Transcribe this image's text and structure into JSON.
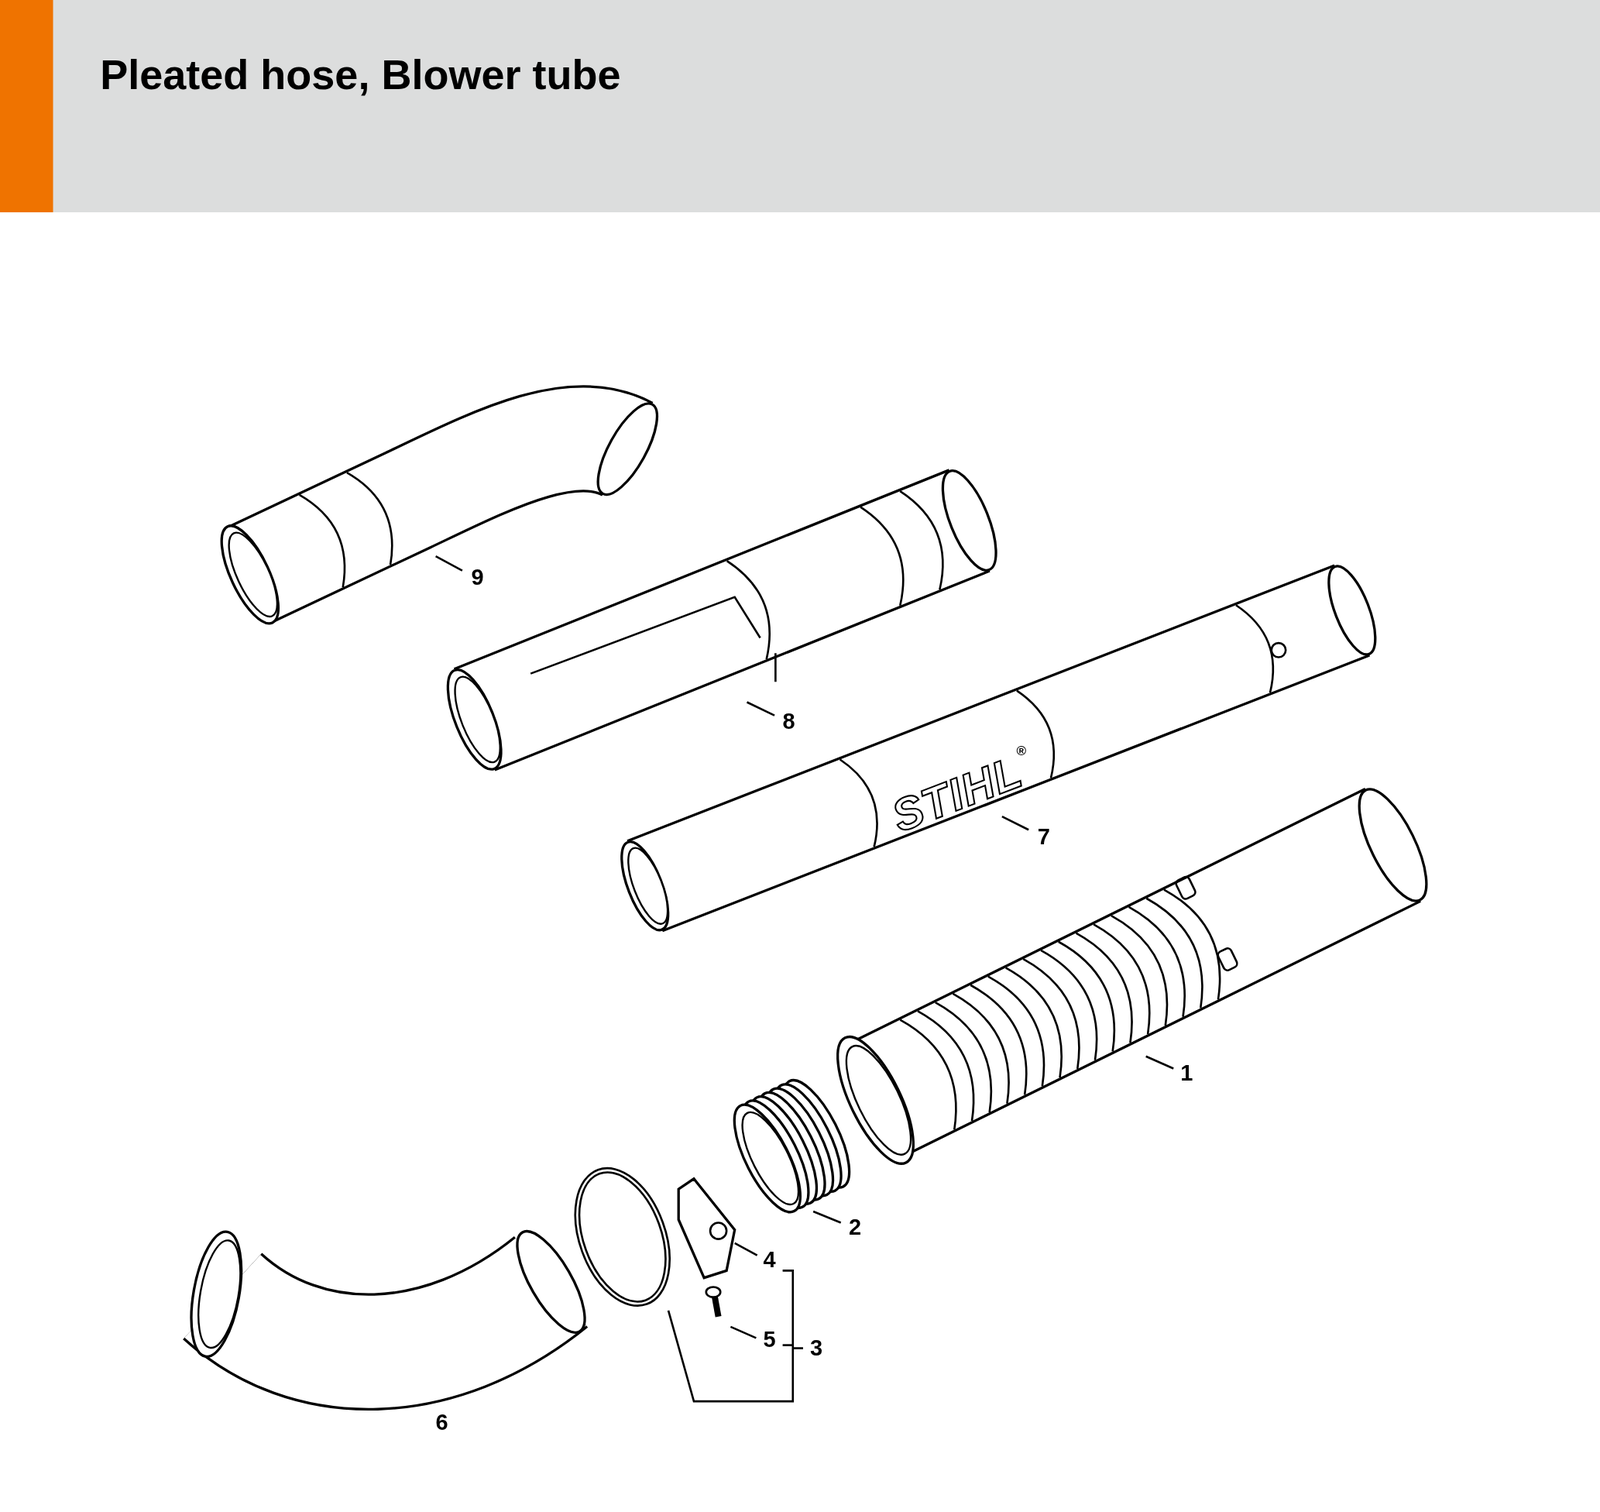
{
  "diagram": {
    "title": "Pleated hose, Blower tube",
    "labels": [
      "9",
      "8",
      "7",
      "STIHL",
      "®",
      "1",
      "2",
      "4",
      "5",
      "3",
      "6"
    ]
  }
}
